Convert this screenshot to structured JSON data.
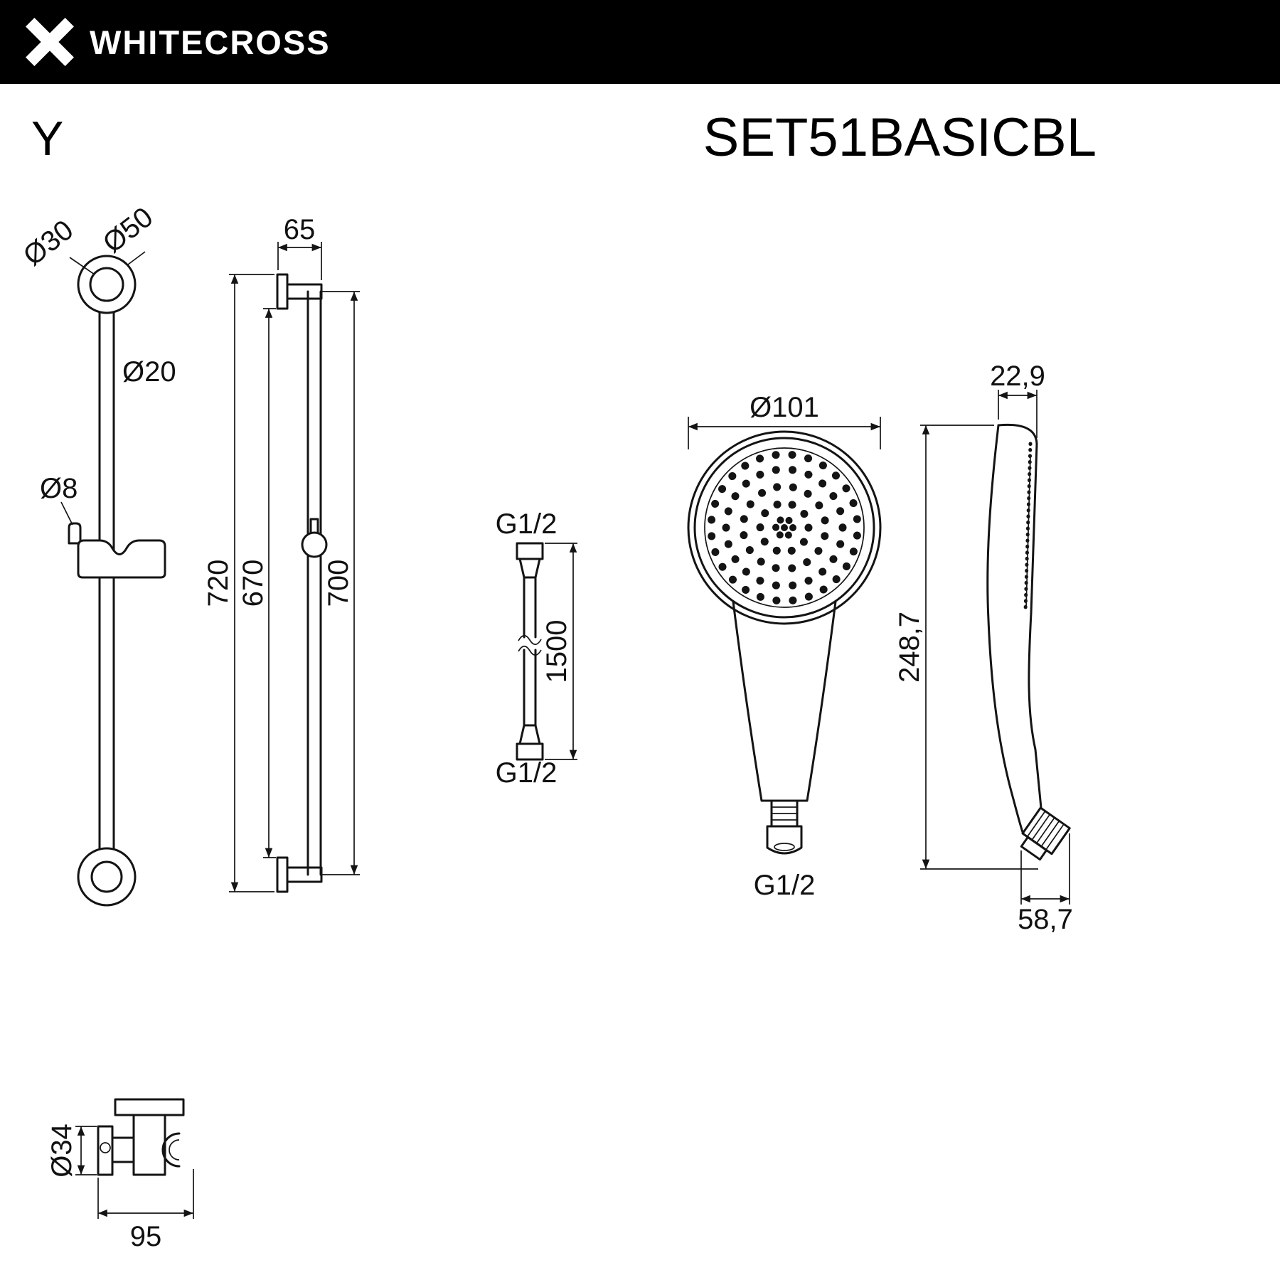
{
  "header": {
    "brand": "WHITECROSS"
  },
  "title": {
    "series": "Y",
    "model": "SET51BASICBL"
  },
  "drawings": {
    "rail_front": {
      "mount_inner_dia": "Ø30",
      "mount_outer_dia": "Ø50",
      "bar_dia": "Ø20",
      "pin_dia": "Ø8"
    },
    "rail_side": {
      "wall_offset": "65",
      "overall_length": "720",
      "inner_length": "670",
      "bar_length": "700"
    },
    "hose": {
      "thread_top": "G1/2",
      "length": "1500",
      "thread_bottom": "G1/2"
    },
    "handshower_front": {
      "head_dia": "Ø101",
      "thread": "G1/2"
    },
    "handshower_side": {
      "head_depth": "22,9",
      "height": "248,7",
      "base_width": "58,7"
    },
    "holder": {
      "plate_dia": "Ø34",
      "width": "95"
    }
  }
}
